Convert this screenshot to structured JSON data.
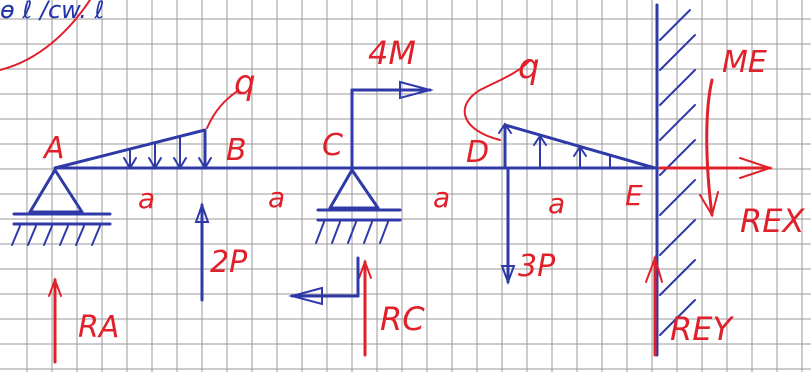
{
  "colors": {
    "grid": "#9a9a9a",
    "ink_blue": "#2f3aa8",
    "ink_red": "#e0202a",
    "paper": "#ffffff"
  },
  "top_note": "ɵ ℓ /cw. ℓ",
  "points": {
    "A": "A",
    "B": "B",
    "C": "C",
    "D": "D",
    "E": "E"
  },
  "spans": {
    "ab": "a",
    "bc": "a",
    "cd": "a",
    "de": "a"
  },
  "loads": {
    "q_left": "q",
    "q_right": "q",
    "moment_c": "4M",
    "force_b": "2P",
    "force_d": "3P"
  },
  "reactions": {
    "ra": "RA",
    "rc": "RC",
    "me": "ME",
    "rex": "REX",
    "rey": "REY"
  },
  "icons": [
    "pin-support-icon",
    "roller-support-icon",
    "fixed-wall-icon",
    "arrow-icon"
  ]
}
